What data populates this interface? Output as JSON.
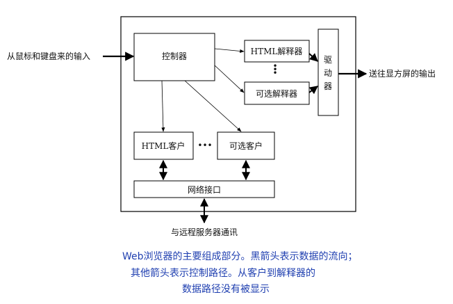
{
  "diagram": {
    "input_label": "从鼠标和键盘来的输入",
    "output_label": "送往显方屏的输出",
    "network_label": "与远程服务器通讯",
    "blocks": {
      "controller": "控制器",
      "html_interpreter": "HTML解释器",
      "optional_interpreter": "可选解释器",
      "driver": [
        "驱",
        "动",
        "器"
      ],
      "html_client": "HTML客户",
      "optional_client": "可选客户",
      "network_interface": "网络接口"
    },
    "ellipsis": "•••"
  },
  "caption": {
    "line1": "Web浏览器的主要组成部分。黑箭头表示数据的流向；",
    "line2": "其他箭头表示控制路径。从客户到解释器的",
    "line3": "数据路径没有被显示"
  }
}
